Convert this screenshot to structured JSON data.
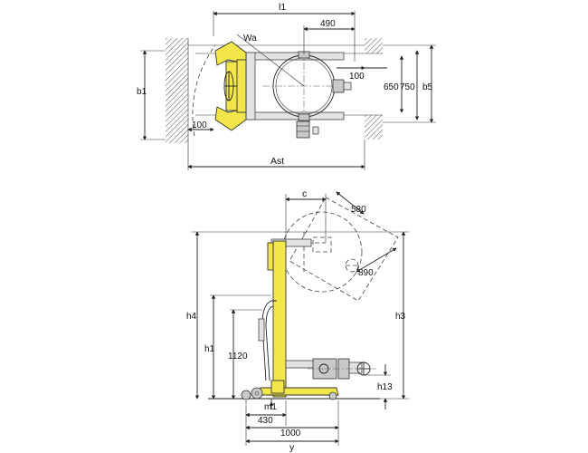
{
  "top_view": {
    "labels": {
      "l1": "l1",
      "d490": "490",
      "wa": "Wa",
      "d100_right": "100",
      "d650": "650",
      "d750": "750",
      "b5": "b5",
      "b1": "b1",
      "d100_left": "100",
      "ast": "Ast"
    }
  },
  "side_view": {
    "labels": {
      "c": "c",
      "d580": "580",
      "d890": "890",
      "h4": "h4",
      "h3": "h3",
      "h1": "h1",
      "d1120": "1120",
      "h13": "h13",
      "m1": "m1",
      "d430": "430",
      "d1000": "1000",
      "y": "y"
    }
  },
  "colors": {
    "frame": "#f3e64a",
    "line": "#222222",
    "wall_hatch": "#555555"
  }
}
